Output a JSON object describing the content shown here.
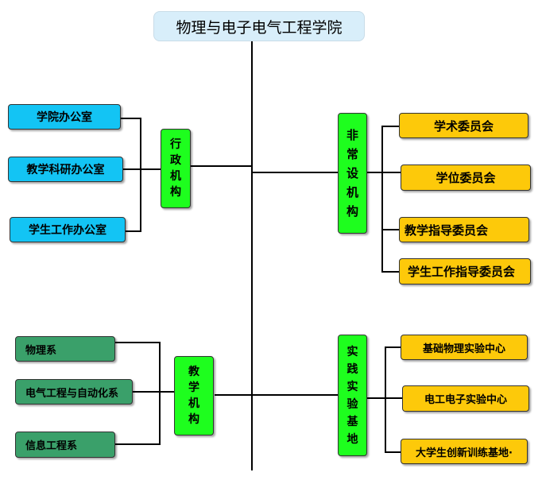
{
  "title": "物理与电子电气工程学院",
  "groups": {
    "admin": {
      "label": "行政机构",
      "items": [
        "学院办公室",
        "教学科研办公室",
        "学生工作办公室"
      ]
    },
    "nonpermanent": {
      "label": "非常设机构",
      "items": [
        "学术委员会",
        "学位委员会",
        "教学指导委员会",
        "学生工作指导委员会"
      ]
    },
    "teaching": {
      "label": "教学机构",
      "items": [
        "物理系",
        "电气工程与自动化系",
        "信息工程系"
      ]
    },
    "practice": {
      "label": "实践实验基地",
      "items": [
        "基础物理实验中心",
        "电工电子实验中心",
        "大学生创新训练基地·"
      ]
    }
  },
  "colors": {
    "title_bg": "#d8eefa",
    "admin_items": "#13c4f4",
    "group_labels": "#1efe1e",
    "committee_items": "#fdc90a",
    "department_items": "#3aa06a"
  }
}
